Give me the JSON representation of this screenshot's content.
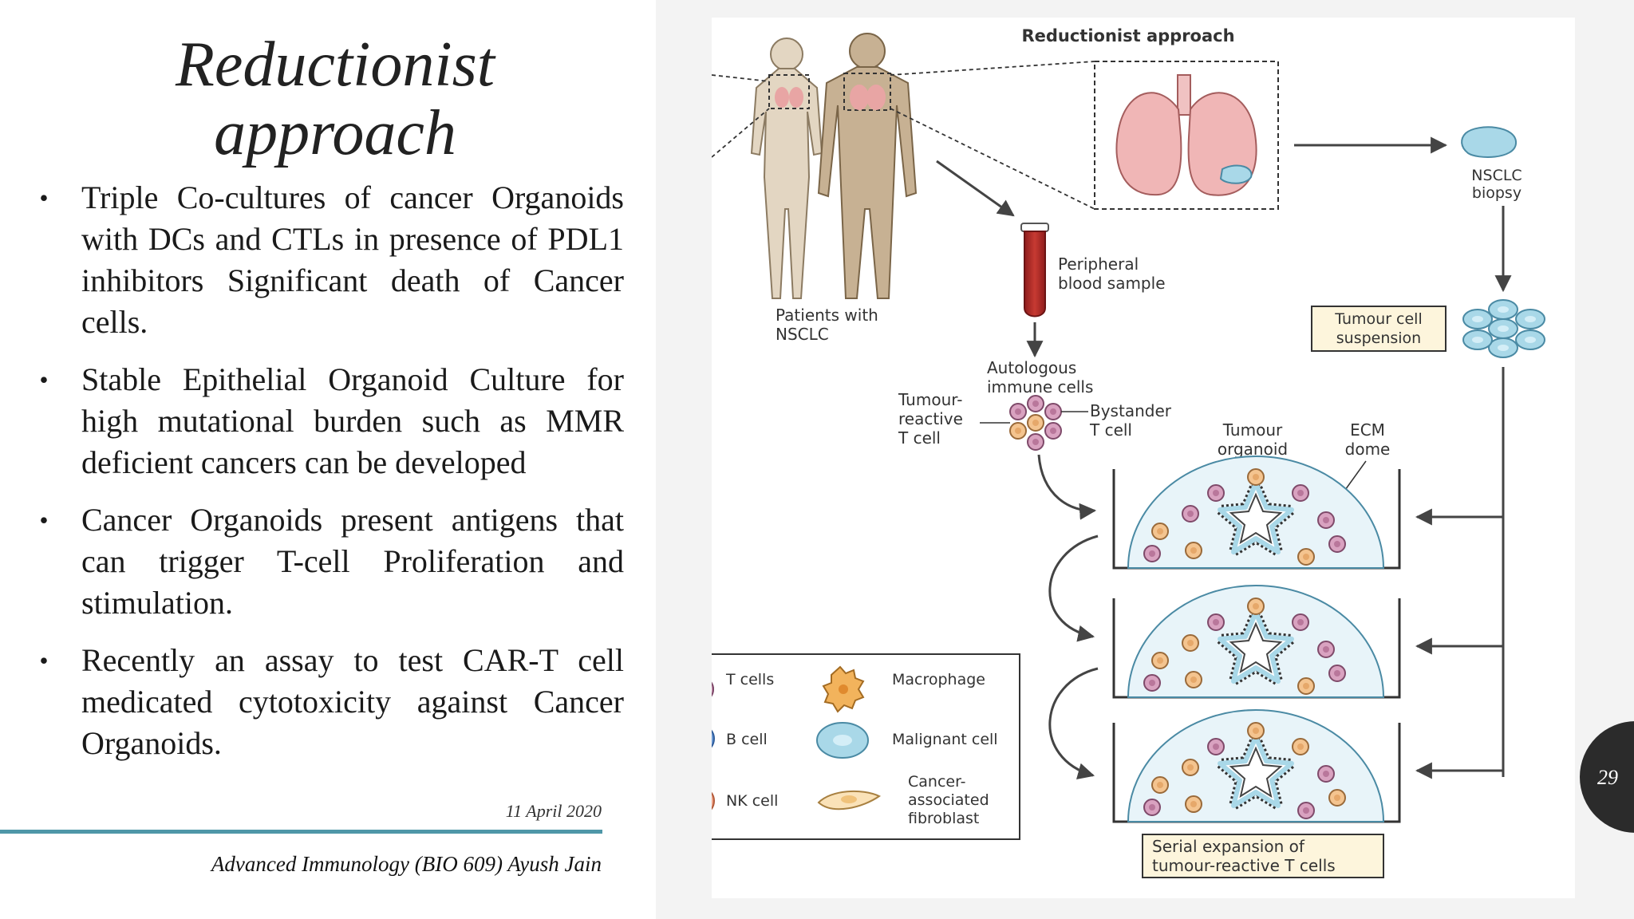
{
  "slide": {
    "title_line1": "Reductionist",
    "title_line2": "approach",
    "bullets": [
      "Triple Co-cultures of cancer Organoids with DCs and CTLs in presence of PDL1 inhibitors Significant death of Cancer cells.",
      "Stable Epithelial Organoid Culture for high mutational burden such as MMR deficient cancers can be developed",
      "Cancer Organoids present antigens that can trigger T-cell Proliferation and stimulation.",
      "Recently an assay to test CAR-T cell medicated cytotoxicity against Cancer Organoids."
    ],
    "bullet_symbol": "•",
    "date": "11 April 2020",
    "footer": "Advanced Immunology (BIO 609)  Ayush Jain",
    "page_number": "29",
    "accent_color": "#4f97a8"
  },
  "figure": {
    "title": "Reductionist approach",
    "labels": {
      "patients_1": "Patients with",
      "patients_2": "NSCLC",
      "nsclc_1": "NSCLC",
      "nsclc_2": "biopsy",
      "peripheral_1": "Peripheral",
      "peripheral_2": "blood sample",
      "tumour_susp_1": "Tumour cell",
      "tumour_susp_2": "suspension",
      "autologous_1": "Autologous",
      "autologous_2": "immune cells",
      "tumour_reactive_1": "Tumour-",
      "tumour_reactive_2": "reactive",
      "tumour_reactive_3": "T cell",
      "bystander_1": "Bystander",
      "bystander_2": "T cell",
      "tumour_organoid_1": "Tumour",
      "tumour_organoid_2": "organoid",
      "ecm_1": "ECM",
      "ecm_2": "dome",
      "serial_1": "Serial expansion of",
      "serial_2": "tumour-reactive T cells"
    },
    "legend": {
      "t_cells": "T cells",
      "macrophage": "Macrophage",
      "b_cell": "B cell",
      "malignant_cell": "Malignant cell",
      "nk_cell": "NK cell",
      "caf_1": "Cancer-",
      "caf_2": "associated",
      "caf_3": "fibroblast"
    }
  }
}
